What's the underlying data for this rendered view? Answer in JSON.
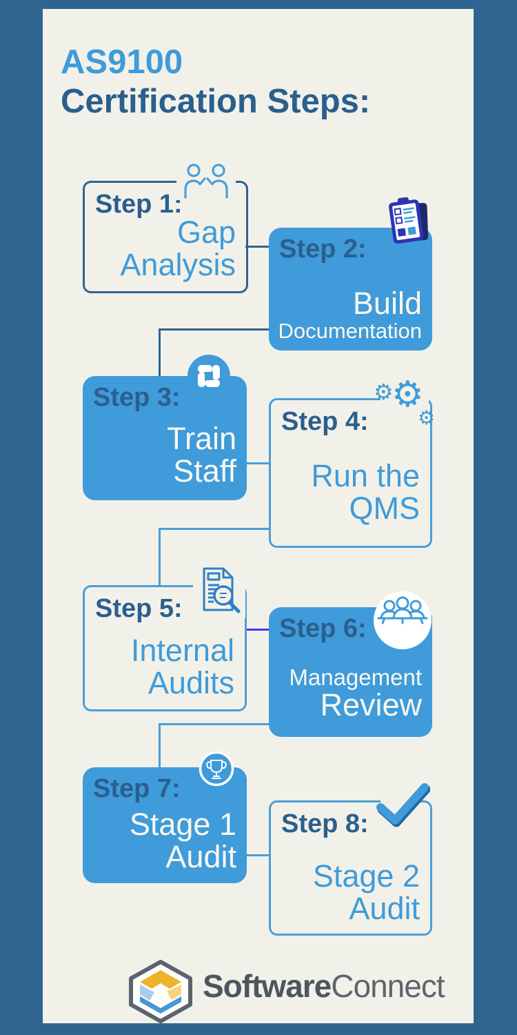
{
  "header": {
    "title_line1": "AS9100",
    "title_line2": "Certification Steps:"
  },
  "steps": [
    {
      "label": "Step 1:",
      "line1": "Gap",
      "line2": "Analysis",
      "icon": "people-highfive-icon"
    },
    {
      "label": "Step 2:",
      "line1": "Build",
      "line2": "Documentation",
      "icon": "clipboard-checklist-icon"
    },
    {
      "label": "Step 3:",
      "line1": "Train",
      "line2": "Staff",
      "icon": "teamwork-hands-icon"
    },
    {
      "label": "Step 4:",
      "line1": "Run the",
      "line2": "QMS",
      "icon": "gears-icon"
    },
    {
      "label": "Step 5:",
      "line1": "Internal",
      "line2": "Audits",
      "icon": "document-search-icon"
    },
    {
      "label": "Step 6:",
      "line1": "Management",
      "line2": "Review",
      "icon": "meeting-people-icon"
    },
    {
      "label": "Step 7:",
      "line1": "Stage 1",
      "line2": "Audit",
      "icon": "trophy-icon"
    },
    {
      "label": "Step 8:",
      "line1": "Stage 2",
      "line2": "Audit",
      "icon": "checkmark-icon"
    }
  ],
  "icons": {
    "gear_glyph": "⚙"
  },
  "footer": {
    "brand_bold": "Software",
    "brand_light": "Connect"
  },
  "colors": {
    "frame": "#2f6491",
    "panel": "#f2f1e9",
    "accent_blue": "#3f9bd9",
    "dark_blue": "#2a5f8e",
    "outline_light_blue": "#4a9ed9",
    "connector_purple": "#4634e8",
    "white_text": "#f7f8f2",
    "clipboard_indigo": "#2d35b5",
    "clipboard_navy": "#1d2a66",
    "logo_gold": "#ecb32b",
    "logo_pale_yellow": "#f5d57c",
    "logo_light_blue": "#a9cdec",
    "logo_blue": "#4796d6",
    "logo_outline_gray": "#5a636e",
    "brand_bold_gray": "#4d565e",
    "brand_light_gray": "#5d656d"
  }
}
